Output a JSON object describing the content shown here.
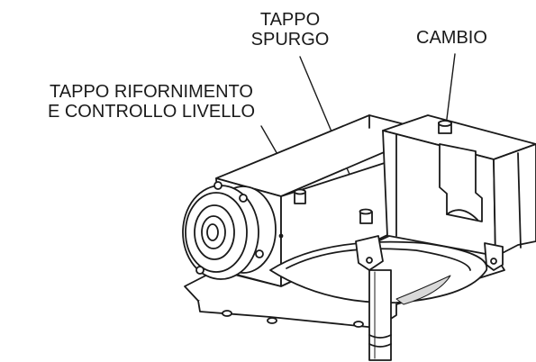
{
  "labels": {
    "drain_plug": {
      "line1": "TAPPO",
      "line2": "SPURGO"
    },
    "gearbox": {
      "line1": "CAMBIO"
    },
    "fill_plug": {
      "line1": "TAPPO RIFORNIMENTO",
      "line2": "E CONTROLLO LIVELLO"
    }
  },
  "colors": {
    "line": "#1a1a1a",
    "fill": "#ffffff",
    "shade": "#d9d9d9"
  }
}
